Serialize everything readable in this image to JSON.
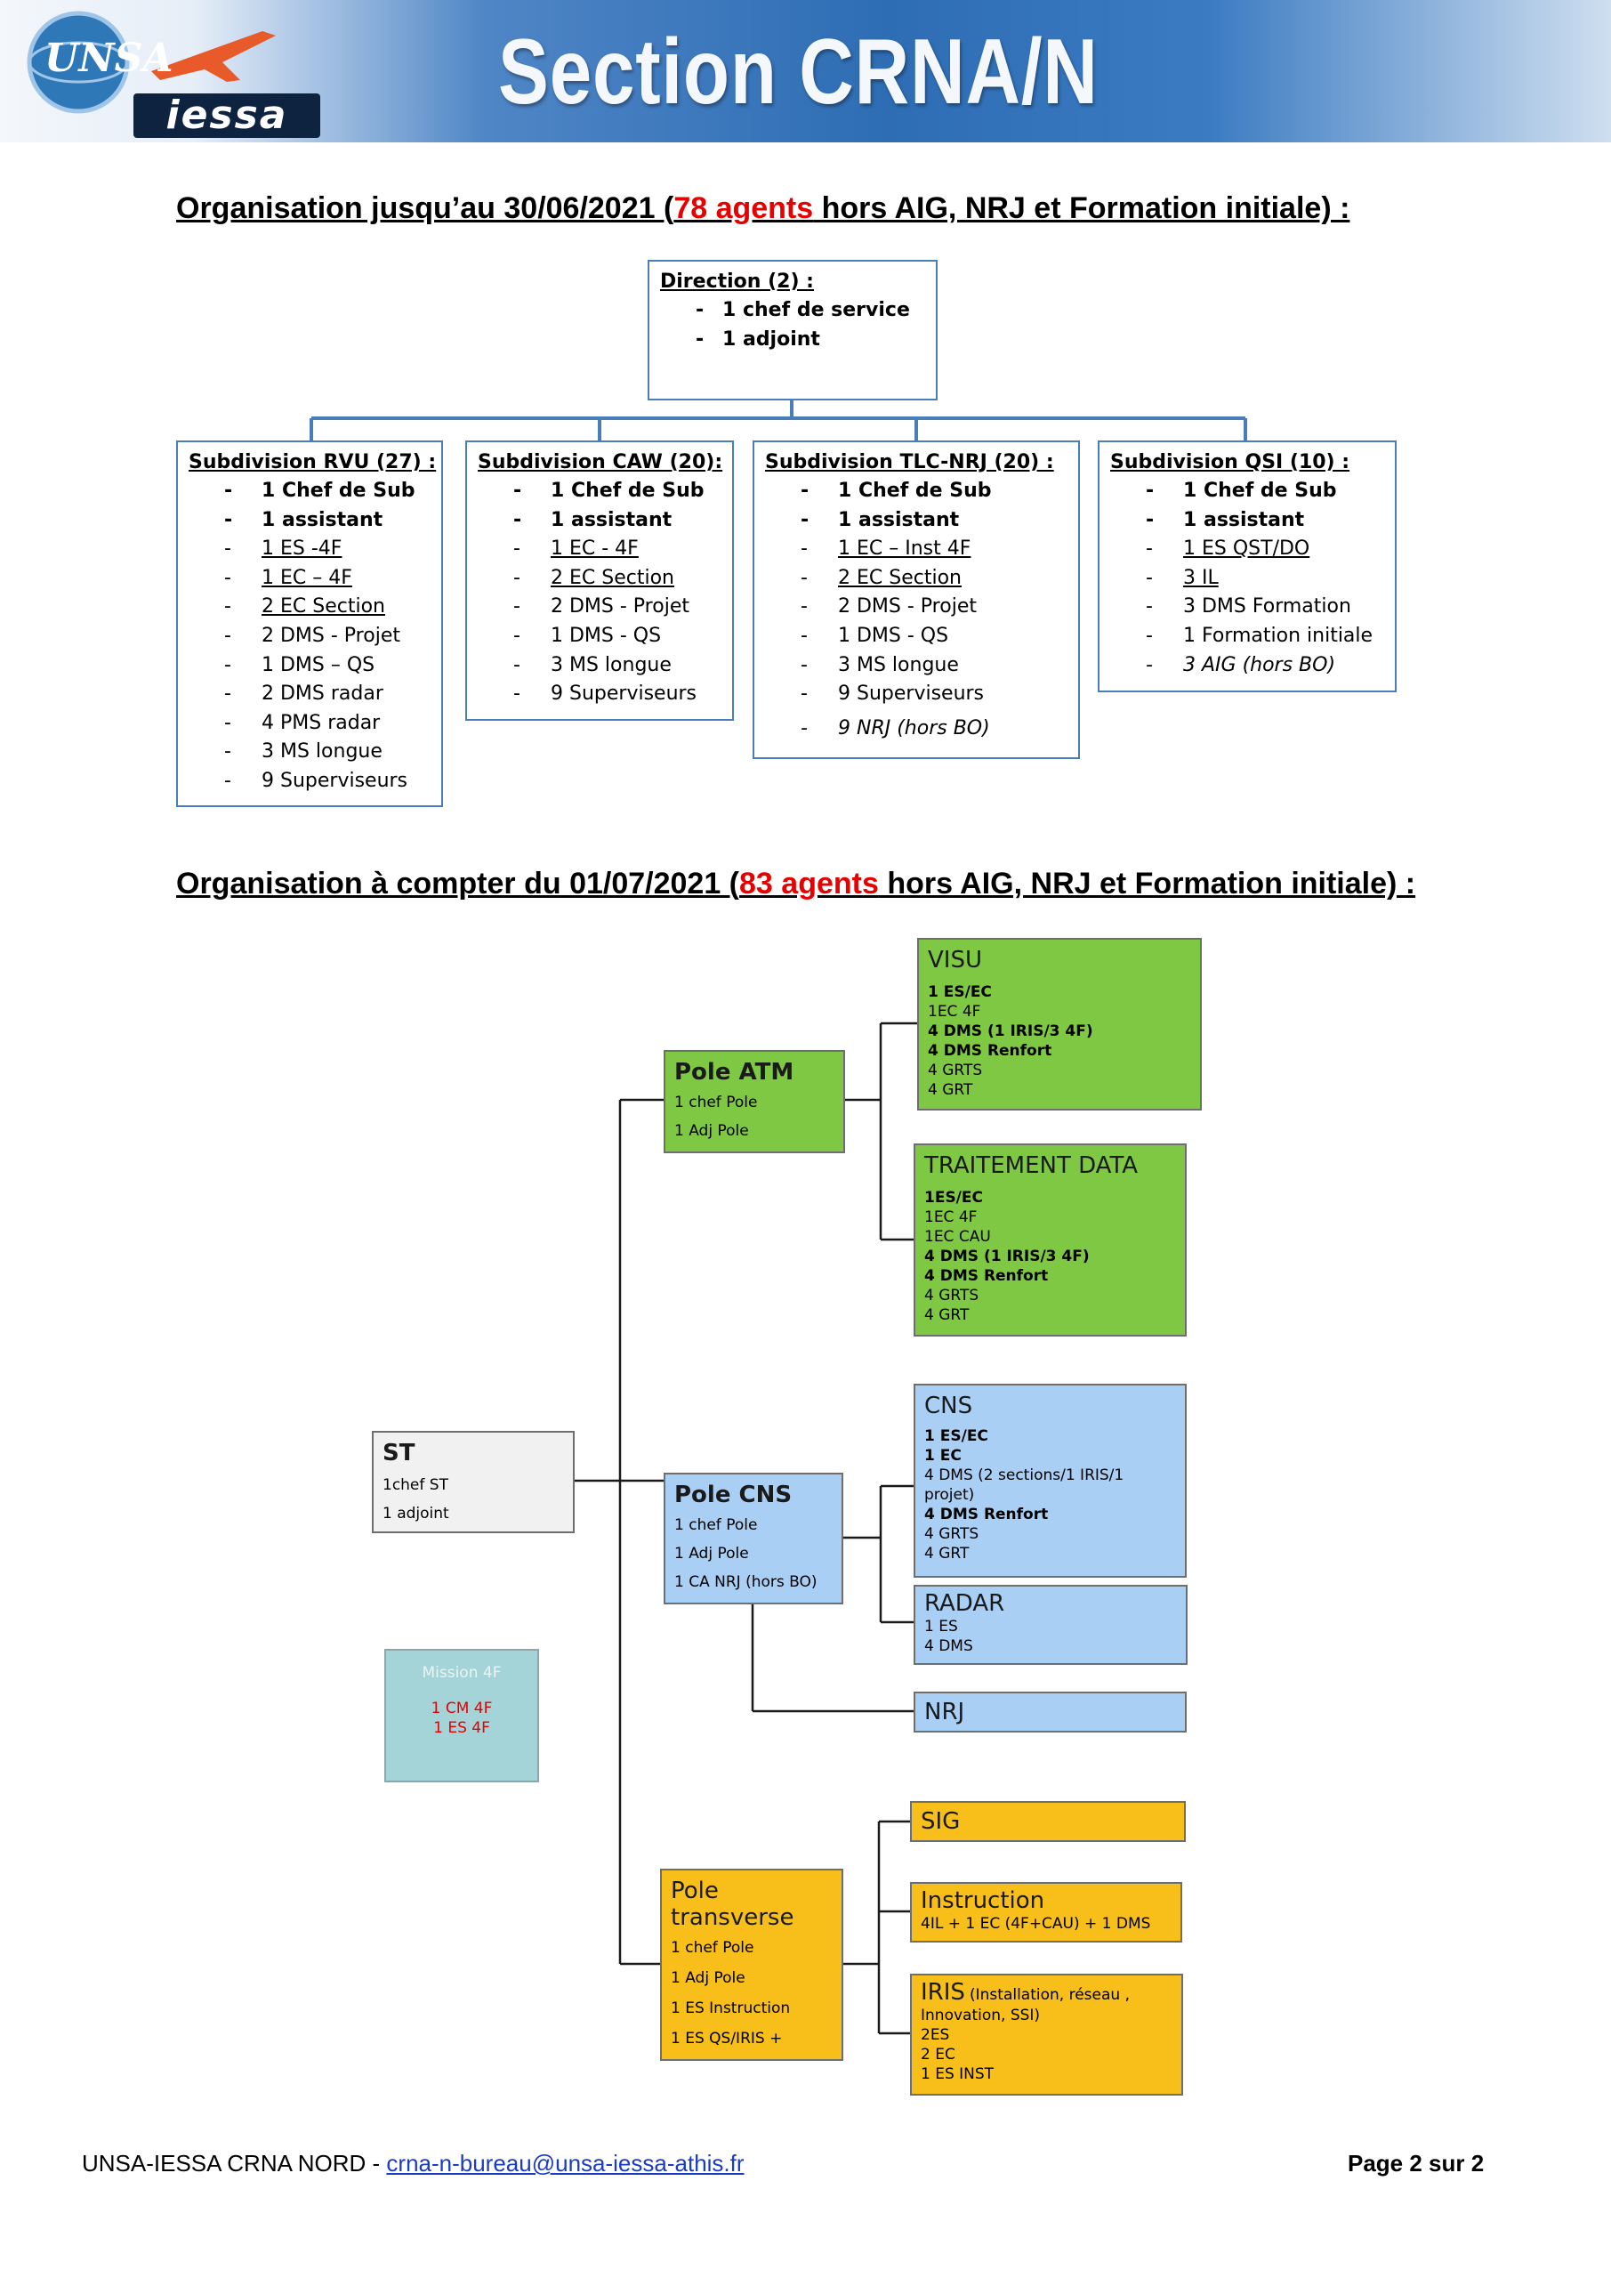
{
  "header": {
    "logo_unsa": "UNSA",
    "logo_iessa": "iessa",
    "title": "Section CRNA/N"
  },
  "section1": {
    "heading_before": "Organisation jusqu’au 30/06/2021 (",
    "heading_highlight": "78 agents",
    "heading_after": " hors AIG, NRJ et Formation initiale) :",
    "direction": {
      "title": "Direction (2) :",
      "items": [
        "1 chef de service",
        "1 adjoint"
      ]
    },
    "subdivisions": [
      {
        "title": "Subdivision RVU (27) :",
        "items": [
          "1 Chef de Sub",
          "1 assistant",
          "1 ES -4F",
          "1 EC – 4F",
          "2 EC Section",
          "2 DMS - Projet",
          "1 DMS – QS",
          "2 DMS radar",
          "4 PMS radar",
          "3 MS longue",
          "9 Superviseurs"
        ]
      },
      {
        "title": "Subdivision CAW (20):",
        "items": [
          "1 Chef de Sub",
          "1 assistant",
          "1 EC - 4F",
          "2 EC Section",
          "2 DMS - Projet",
          "1 DMS - QS",
          "3 MS longue",
          "9 Superviseurs"
        ]
      },
      {
        "title": "Subdivision TLC-NRJ (20) :",
        "items": [
          "1 Chef de Sub",
          "1 assistant",
          "1 EC – Inst 4F",
          "2 EC Section",
          "2 DMS - Projet",
          "1 DMS - QS",
          "3 MS longue",
          "9 Superviseurs",
          "9 NRJ (hors BO)"
        ]
      },
      {
        "title": "Subdivision QSI (10) :",
        "items": [
          "1 Chef de Sub",
          "1 assistant",
          "1 ES QST/DO",
          "3 IL",
          "3 DMS Formation",
          "1 Formation initiale",
          "3 AIG (hors BO)"
        ]
      }
    ]
  },
  "section2": {
    "heading_before": "Organisation à compter du 01/07/2021 (",
    "heading_highlight": "83 agents",
    "heading_after": " hors AIG, NRJ et Formation initiale) :",
    "st": {
      "title": "ST",
      "lines": [
        "1chef ST",
        "1 adjoint"
      ]
    },
    "mission": {
      "title": "Mission 4F",
      "lines": [
        "1 CM 4F",
        "1 ES 4F"
      ]
    },
    "pole_atm": {
      "title": "Pole ATM",
      "lines": [
        "1 chef Pole",
        "1 Adj Pole"
      ]
    },
    "visu": {
      "title": "VISU",
      "lines": [
        "1 ES/EC",
        "1EC 4F",
        "4 DMS (1 IRIS/3 4F)",
        "4 DMS Renfort",
        "4 GRTS",
        "4 GRT"
      ]
    },
    "traitement": {
      "title": "TRAITEMENT DATA",
      "lines": [
        "1ES/EC",
        "1EC 4F",
        "1EC CAU",
        "4 DMS (1 IRIS/3 4F)",
        "4 DMS Renfort",
        "4 GRTS",
        "4 GRT"
      ]
    },
    "pole_cns": {
      "title": "Pole CNS",
      "lines": [
        "1 chef Pole",
        "1 Adj Pole",
        "1 CA NRJ (hors BO)"
      ]
    },
    "cns": {
      "title": "CNS",
      "lines": [
        "1 ES/EC",
        "1 EC",
        "4 DMS (2 sections/1 IRIS/1",
        "projet)",
        "4 DMS Renfort",
        "4 GRTS",
        "4 GRT"
      ]
    },
    "radar": {
      "title": "RADAR",
      "lines": [
        "1 ES",
        "4 DMS"
      ]
    },
    "nrj": {
      "title": "NRJ"
    },
    "pole_transverse": {
      "title_1": "Pole",
      "title_2": "transverse",
      "lines": [
        "1 chef Pole",
        "1 Adj Pole",
        "1 ES Instruction",
        "1 ES QS/IRIS +"
      ]
    },
    "sig": {
      "title": "SIG"
    },
    "instruction": {
      "title": "Instruction",
      "lines": [
        "4IL + 1 EC (4F+CAU) + 1 DMS"
      ]
    },
    "iris": {
      "title": "IRIS",
      "subtitle": "(Installation, réseau ,",
      "lines": [
        "Innovation, SSI)",
        "2ES",
        "2 EC",
        "1 ES INST"
      ]
    }
  },
  "footer": {
    "org": "UNSA-IESSA CRNA NORD - ",
    "email": "crna-n-bureau@unsa-iessa-athis.fr",
    "page": "Page 2 sur 2"
  },
  "colors": {
    "red": "#e60000",
    "box_border_blue": "#4a7ebb",
    "green": "#7fc843",
    "light_blue": "#a9cff5",
    "orange": "#f8be1a",
    "teal": "#a4d4d8"
  }
}
